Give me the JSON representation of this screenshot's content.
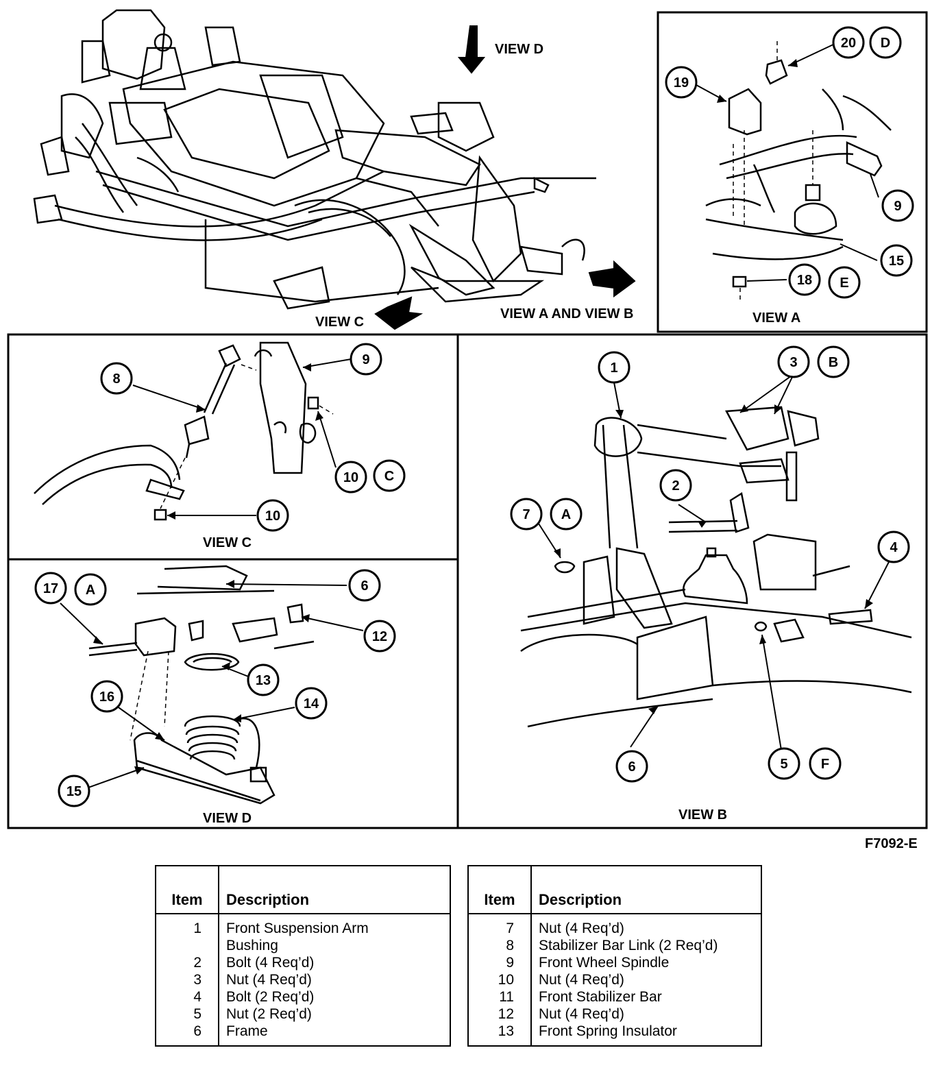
{
  "views": {
    "view_d_arrow": "VIEW D",
    "view_c_arrow": "VIEW C",
    "view_ab_arrow": "VIEW A AND VIEW B",
    "view_a": "VIEW A",
    "view_b": "VIEW B",
    "view_c": "VIEW C",
    "view_d": "VIEW D"
  },
  "callouts": {
    "n1": "1",
    "n2": "2",
    "n3": "3",
    "n4": "4",
    "n5": "5",
    "n6": "6",
    "n6b": "6",
    "n7": "7",
    "n8": "8",
    "n9": "9",
    "n9b": "9",
    "n10": "10",
    "n10b": "10",
    "n12": "12",
    "n13": "13",
    "n14": "14",
    "n15": "15",
    "n15b": "15",
    "n16": "16",
    "n17": "17",
    "n18": "18",
    "n19": "19",
    "n20": "20",
    "A1": "A",
    "A2": "A",
    "B": "B",
    "C": "C",
    "D": "D",
    "E": "E",
    "F": "F"
  },
  "figure_id": "F7092-E",
  "legend": {
    "header_item": "Item",
    "header_desc": "Description",
    "left": [
      {
        "item": "1",
        "desc": "Front Suspension Arm"
      },
      {
        "item": "",
        "desc": "Bushing"
      },
      {
        "item": "2",
        "desc": "Bolt (4 Req’d)"
      },
      {
        "item": "3",
        "desc": "Nut (4 Req’d)"
      },
      {
        "item": "4",
        "desc": "Bolt (2 Req’d)"
      },
      {
        "item": "5",
        "desc": "Nut (2 Req’d)"
      },
      {
        "item": "6",
        "desc": "Frame"
      }
    ],
    "right": [
      {
        "item": "7",
        "desc": "Nut (4 Req’d)"
      },
      {
        "item": "8",
        "desc": "Stabilizer Bar Link (2 Req’d)"
      },
      {
        "item": "9",
        "desc": "Front Wheel Spindle"
      },
      {
        "item": "10",
        "desc": "Nut (4 Req’d)"
      },
      {
        "item": "11",
        "desc": "Front Stabilizer Bar"
      },
      {
        "item": "12",
        "desc": "Nut (4 Req’d)"
      },
      {
        "item": "13",
        "desc": "Front Spring Insulator"
      }
    ]
  }
}
